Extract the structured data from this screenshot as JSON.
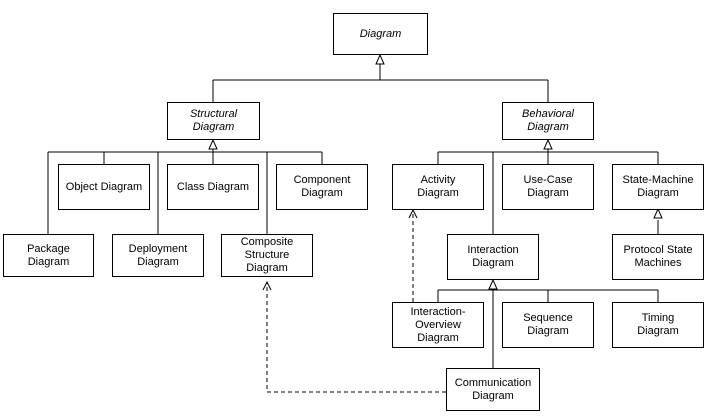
{
  "colors": {
    "line": "#000000",
    "box_border": "#000000",
    "box_fill": "#ffffff",
    "background": "#ffffff"
  },
  "nodes": {
    "diagram": "Diagram",
    "structural": "Structural\nDiagram",
    "behavioral": "Behavioral\nDiagram",
    "object": "Object Diagram",
    "class": "Class Diagram",
    "component": "Component\nDiagram",
    "package": "Package\nDiagram",
    "deployment": "Deployment\nDiagram",
    "composite": "Composite\nStructure\nDiagram",
    "activity": "Activity\nDiagram",
    "usecase": "Use-Case\nDiagram",
    "statemachine": "State-Machine\nDiagram",
    "interaction": "Interaction\nDiagram",
    "protocol": "Protocol State\nMachines",
    "overview": "Interaction-\nOverview\nDiagram",
    "sequence": "Sequence\nDiagram",
    "timing": "Timing\nDiagram",
    "communication": "Communication\nDiagram"
  }
}
